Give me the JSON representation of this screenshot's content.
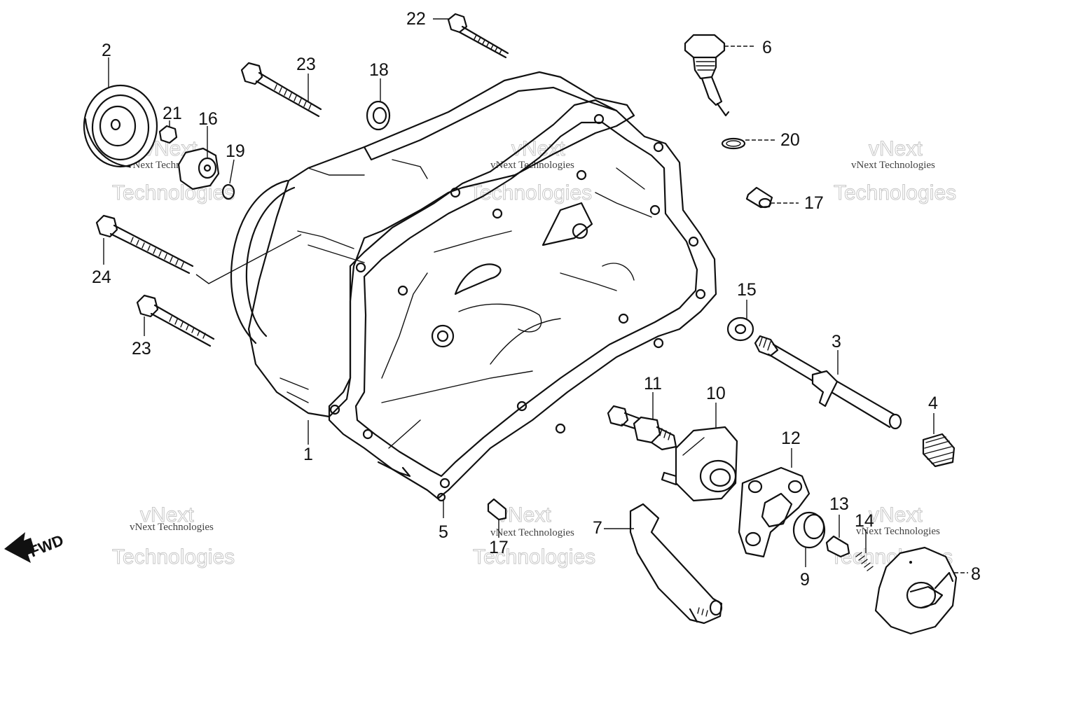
{
  "diagram": {
    "callouts": {
      "c1": "1",
      "c2": "2",
      "c3": "3",
      "c4": "4",
      "c5": "5",
      "c6": "6",
      "c7": "7",
      "c8": "8",
      "c9": "9",
      "c10": "10",
      "c11": "11",
      "c12": "12",
      "c13": "13",
      "c14": "14",
      "c15": "15",
      "c16": "16",
      "c17a": "17",
      "c17b": "17",
      "c18": "18",
      "c19": "19",
      "c20": "20",
      "c21": "21",
      "c22": "22",
      "c23a": "23",
      "c23b": "23",
      "c24": "24"
    },
    "fwd_label": "FWD",
    "watermark": {
      "line1": "vNext",
      "line2": "Technologies",
      "small": "vNext Technologies"
    }
  }
}
